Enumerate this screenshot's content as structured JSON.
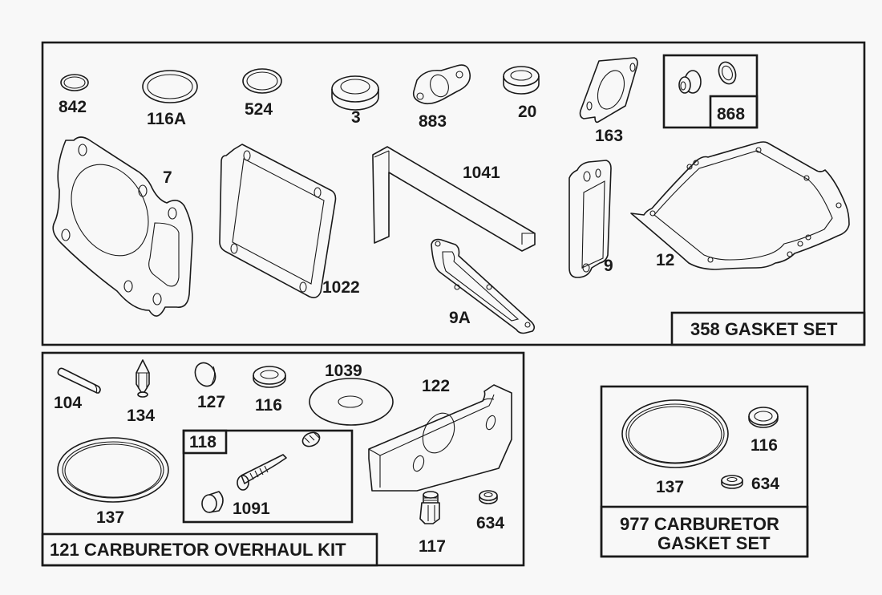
{
  "diagram": {
    "kits": [
      {
        "id": "gasket-set",
        "title": "358 GASKET SET",
        "parts": [
          "842",
          "116A",
          "524",
          "3",
          "883",
          "20",
          "163",
          "7",
          "1022",
          "1041",
          "9A",
          "9",
          "12"
        ],
        "sub_kit": {
          "label": "868"
        }
      },
      {
        "id": "carburetor-overhaul-kit",
        "title": "121 CARBURETOR OVERHAUL KIT",
        "parts": [
          "104",
          "134",
          "127",
          "116",
          "1039",
          "122",
          "137",
          "117",
          "634"
        ],
        "sub_kit": {
          "label": "118",
          "parts": [
            "1091"
          ]
        }
      },
      {
        "id": "carburetor-gasket-set",
        "title_line1": "977 CARBURETOR",
        "title_line2": "GASKET SET",
        "parts": [
          "137",
          "116",
          "634"
        ]
      }
    ]
  }
}
